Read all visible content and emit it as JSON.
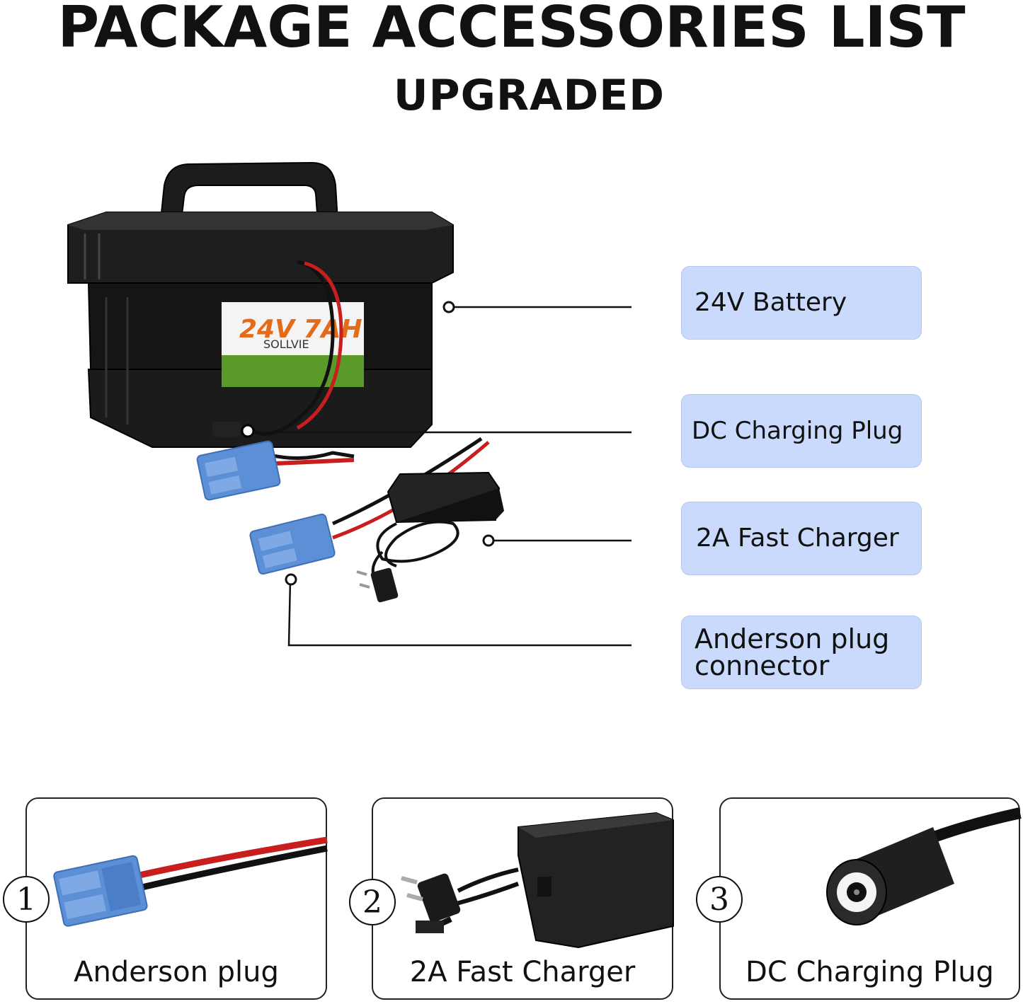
{
  "header": {
    "title": "PACKAGE ACCESSORIES LIST",
    "subtitle": "UPGRADED"
  },
  "battery_label": {
    "voltage": "24V 7AH",
    "brand": "SOLLVIE"
  },
  "callouts": [
    {
      "label": "24V Battery"
    },
    {
      "label": "DC Charging Plug"
    },
    {
      "label": "2A Fast Charger"
    },
    {
      "label_line1": "Anderson plug",
      "label_line2": "connector"
    }
  ],
  "cards": [
    {
      "number": "1",
      "label": "Anderson plug"
    },
    {
      "number": "2",
      "label": "2A Fast Charger"
    },
    {
      "number": "3",
      "label": "DC Charging Plug"
    }
  ],
  "colors": {
    "callout_bg": "#c9dafc",
    "connector_blue": "#5b8fd6",
    "wire_red": "#d21f1f",
    "battery_body": "#1a1a1a",
    "label_green": "#5a9a2a"
  }
}
